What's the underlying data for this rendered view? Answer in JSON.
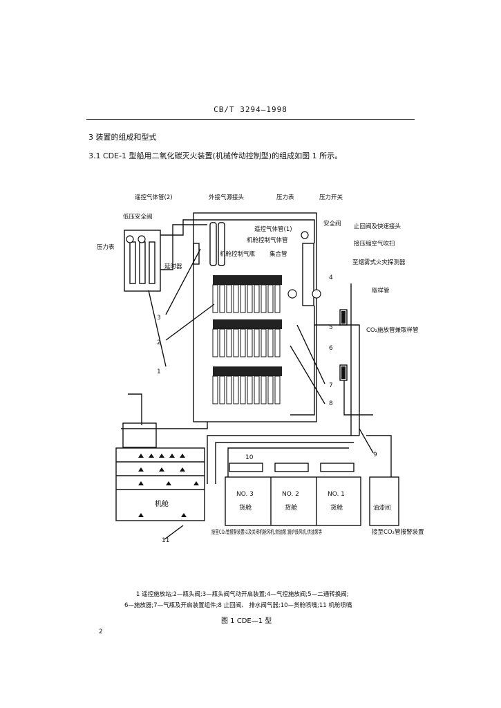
{
  "header": {
    "title": "CB/T 3294—1998"
  },
  "section": {
    "heading": "3  装置的组成和型式"
  },
  "paragraph": {
    "text": "3.1  CDE-1 型船用二氧化碳灭火装置(机械传动控制型)的组成如图 1 所示。"
  },
  "figure": {
    "labels": {
      "remote_gas_pipe_2": "遥控气体管(2)",
      "ext_gas_source": "外接气源接头",
      "pressure_gauge": "压力表",
      "pressure_switch": "压力开关",
      "low_pressure_safety_valve": "低压安全阀",
      "pressure_gauge_left": "压力表",
      "remote_gas_pipe_1": "遥控气体管(1)",
      "safety_valve": "安全阀",
      "check_valve_quick_joint": "止回阀及快速接头",
      "cabin_control_gas_pipe": "机舱控制气体管",
      "compressed_air_purge": "接压缩空气吹扫",
      "cabin_control_cylinder": "机舱控制气瓶",
      "manifold": "集合管",
      "smoke_detector_pipe": "至烟雾式火灾探测器",
      "delay_device": "延时器",
      "sampling_pipe": "取样管",
      "co2_discharge_sampling": "CO₂施放管兼取样管",
      "cabin": "机舱",
      "hold_3_no": "NO. 3",
      "hold_2_no": "NO. 2",
      "hold_1_no": "NO. 1",
      "hold_name": "货舱",
      "paint_store": "油漆间",
      "alarm_note": "接至CO₂管报警装置以及关闭机舱风机,燃油泵,锅炉鼓风机,供油泵等",
      "co2_alarm_right": "接至CO₂管报警装置"
    },
    "numbers": {
      "n1": "1",
      "n2": "2",
      "n3": "3",
      "n4": "4",
      "n5": "5",
      "n6": "6",
      "n7": "7",
      "n8": "8",
      "n9": "9",
      "n10": "10",
      "n11": "11"
    }
  },
  "caption": {
    "line1": "1  遥控施放站;2—瓶头阀;3—瓶头阀气动开启装置;4—气控施放阀;5—二通转换阀;",
    "line2": "6—施放器;7—气瓶及开启装置组件;8  止回阀、  排水阀气器;10—货舱喷嘴;11  机舱喷嘴",
    "title": "图 1  CDE—1 型"
  },
  "page_number": "2"
}
